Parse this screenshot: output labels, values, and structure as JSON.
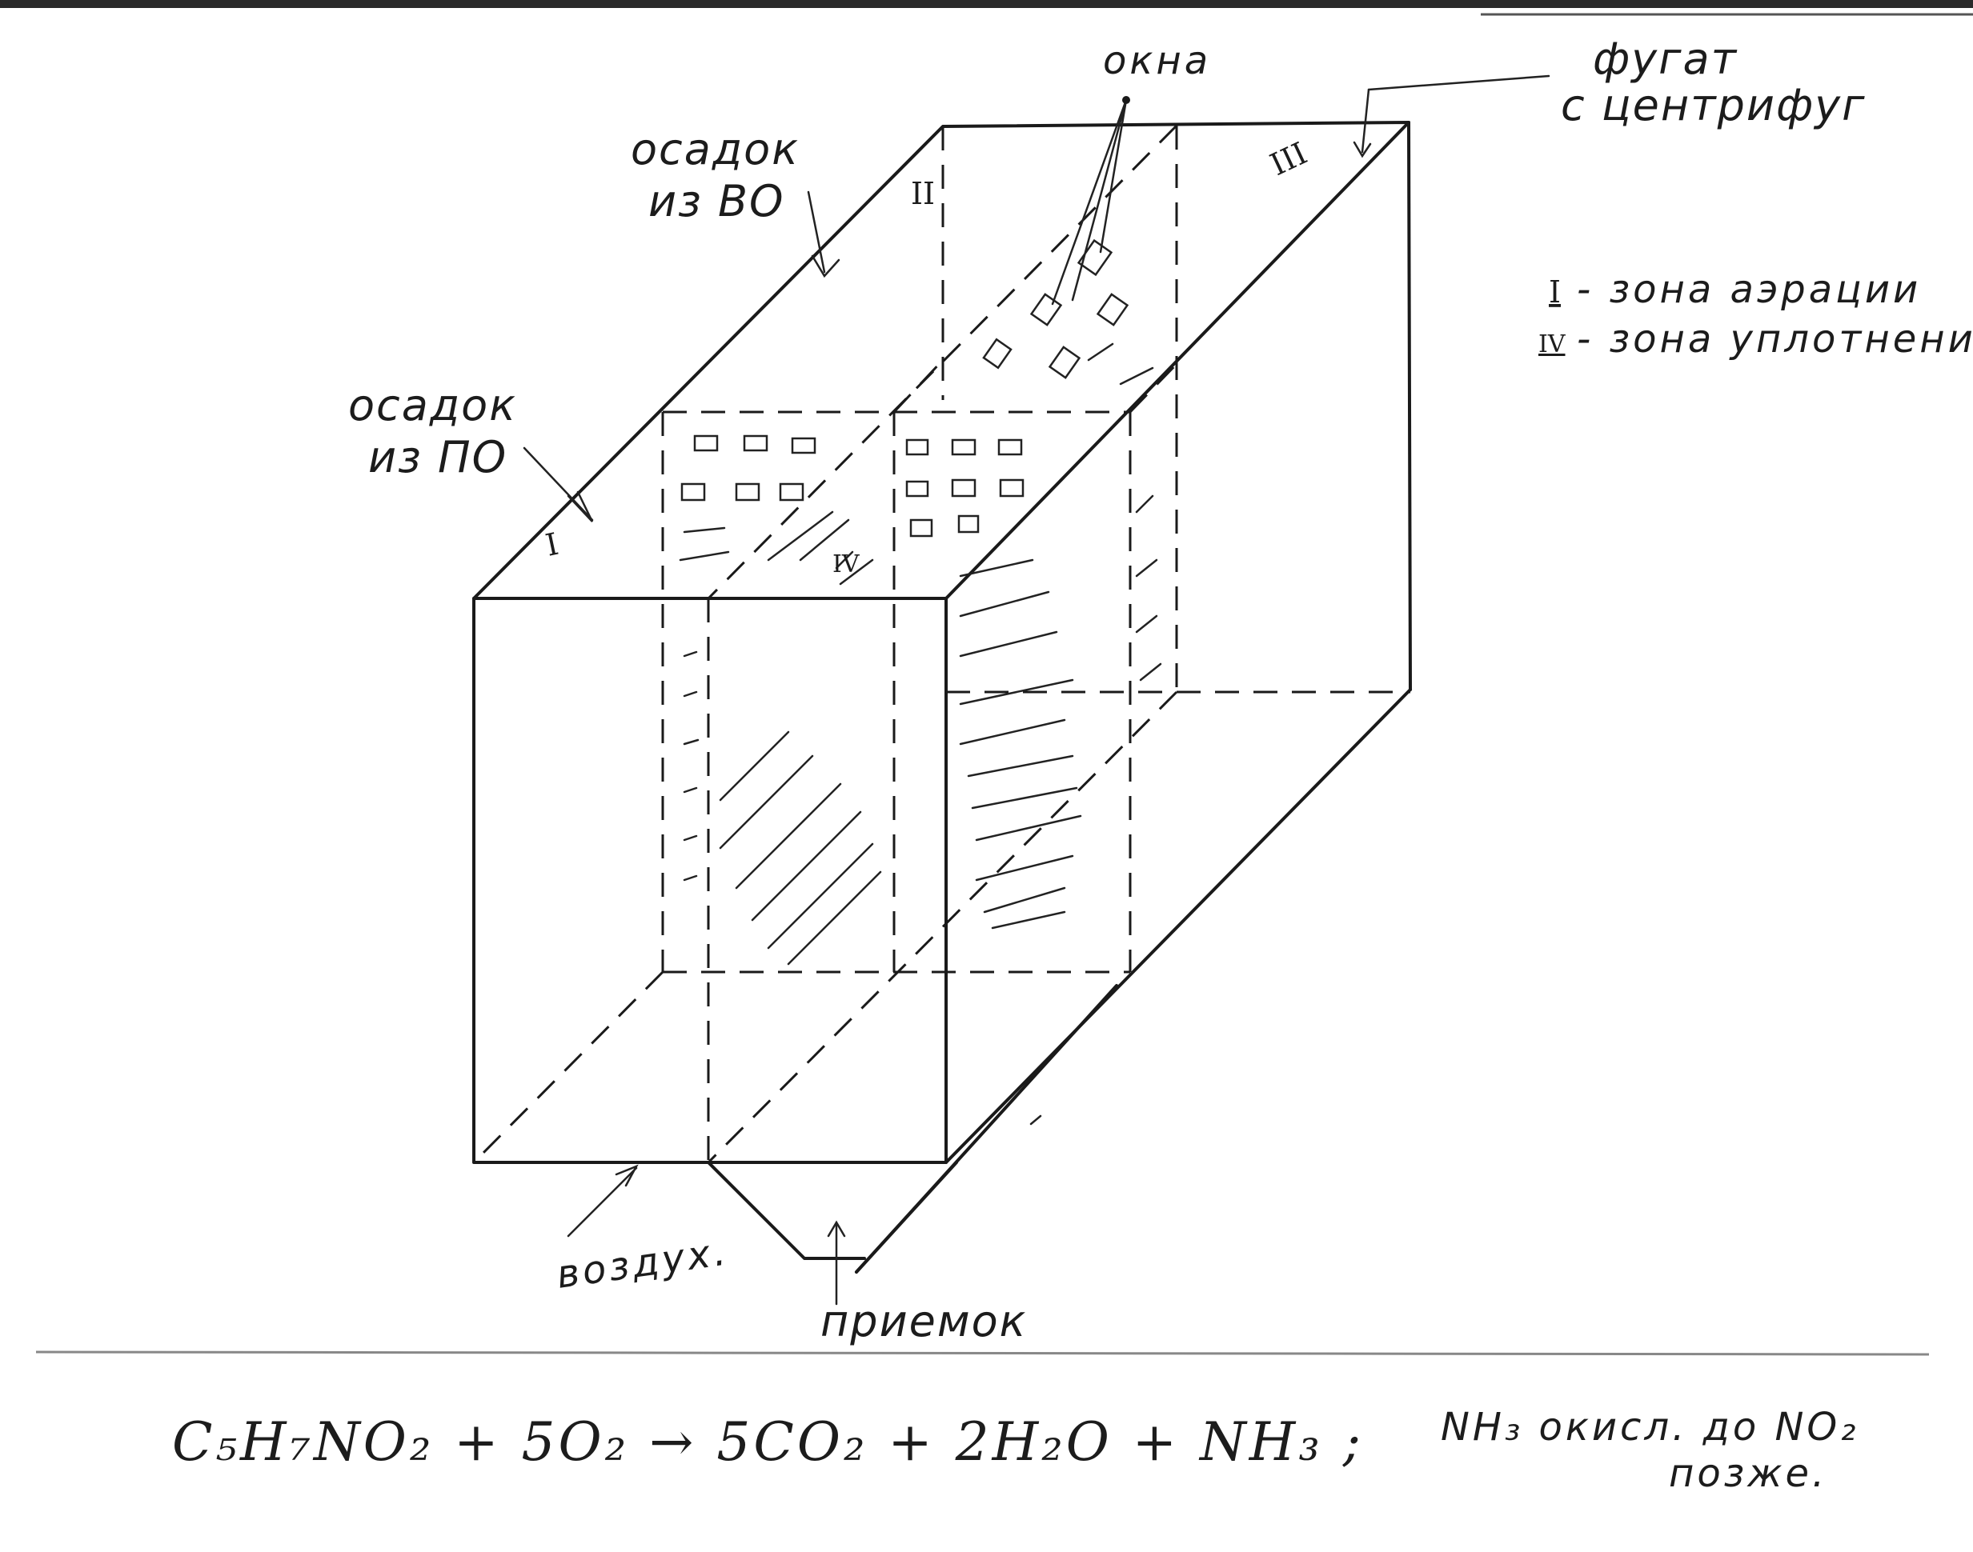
{
  "labels": {
    "windows": "окна",
    "centrate_line1": "фугат",
    "centrate_line2": "с центрифуг",
    "sludge_secondary_line1": "осадок",
    "sludge_secondary_line2": "из ВО",
    "sludge_primary_line1": "осадок",
    "sludge_primary_line2": "из ПО",
    "air": "воздух.",
    "sump": "приемок"
  },
  "zone_marks": {
    "zone_1": "I",
    "zone_2": "II",
    "zone_3": "III",
    "zone_4": "IV"
  },
  "legend": [
    {
      "mark": "I",
      "text": "- зона аэрации"
    },
    {
      "mark": "IV",
      "text": "- зона уплотнения"
    }
  ],
  "formula": {
    "reaction": "C₅H₇NO₂ + 5O₂ → 5CO₂ + 2H₂O + NH₃ ;",
    "note_line1": "NH₃ окисл. до NO₂",
    "note_line2": "позже."
  }
}
